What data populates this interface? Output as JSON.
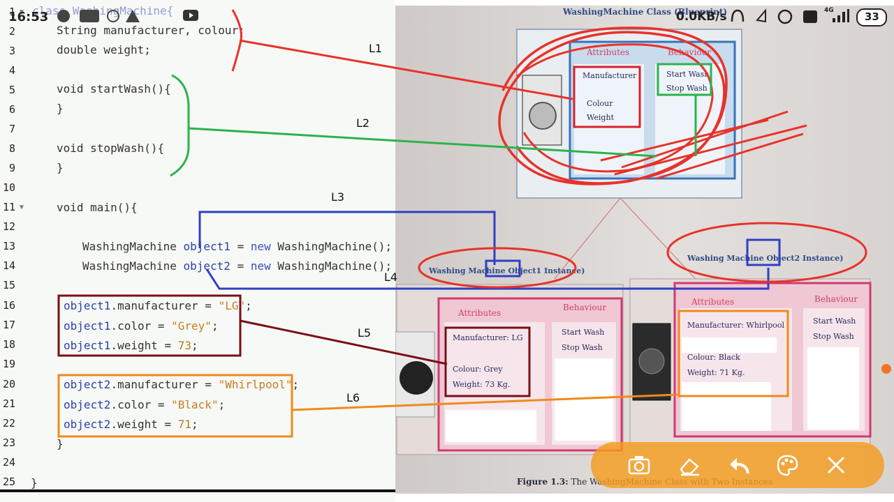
{
  "status_bar": {
    "time": "16:53",
    "speed": "0.0KB/s",
    "network": "4G",
    "battery": "33"
  },
  "editor": {
    "line_numbers": [
      "1",
      "2",
      "3",
      "4",
      "5",
      "6",
      "7",
      "8",
      "9",
      "10",
      "11",
      "12",
      "13",
      "14",
      "15",
      "16",
      "17",
      "18",
      "19",
      "20",
      "21",
      "22",
      "23",
      "24",
      "25"
    ],
    "lines": {
      "l1": "class WashingMachine{",
      "l2": "String manufacturer, colour;",
      "l3": "double weight;",
      "l5": "void startWash(){",
      "l6": "}",
      "l8": "void stopWash(){",
      "l9": "}",
      "l11": "void main(){",
      "l13_type": "WashingMachine",
      "l13_var": "object1",
      "l13_eq": "=",
      "l13_new": "new",
      "l13_ctor": "WashingMachine();",
      "l14_type": "WashingMachine",
      "l14_var": "object2",
      "l14_eq": "=",
      "l14_new": "new",
      "l14_ctor": "WashingMachine();",
      "l16_obj": "object1",
      "l16_field": ".manufacturer = ",
      "l16_val": "\"LG\"",
      "l16_end": ";",
      "l17_obj": "object1",
      "l17_field": ".color = ",
      "l17_val": "\"Grey\"",
      "l17_end": ";",
      "l18_obj": "object1",
      "l18_field": ".weight = ",
      "l18_val": "73",
      "l18_end": ";",
      "l20_obj": "object2",
      "l20_field": ".manufacturer = ",
      "l20_val": "\"Whirlpool\"",
      "l20_end": ";",
      "l21_obj": "object2",
      "l21_field": ".color = ",
      "l21_val": "\"Black\"",
      "l21_end": ";",
      "l22_obj": "object2",
      "l22_field": ".weight = ",
      "l22_val": "71",
      "l22_end": ";",
      "l23": "}",
      "l25": "}"
    }
  },
  "annotation_labels": {
    "l1": "L1",
    "l2": "L2",
    "l3": "L3",
    "l4": "L4",
    "l5": "L5",
    "l6": "L6"
  },
  "book": {
    "class_title": "WashingMachine Class (Blueprint)",
    "class_attributes_header": "Attributes",
    "class_behaviour_header": "Behaviour",
    "class_attr_1": "Manufacturer",
    "class_attr_2": "Colour",
    "class_attr_3": "Weight",
    "class_beh_1": "Start Wash",
    "class_beh_2": "Stop Wash",
    "instance1_prefix": "Washing Machine",
    "instance1_name": "Object1",
    "instance1_suffix": "Instance)",
    "instance2_prefix": "Washing Machine",
    "instance2_name": "Object2",
    "instance2_suffix": "Instance)",
    "obj1_attr_header": "Attributes",
    "obj1_beh_header": "Behaviour",
    "obj1_attr_1": "Manufacturer: LG",
    "obj1_attr_2": "Colour: Grey",
    "obj1_attr_3": "Weight: 73 Kg.",
    "obj1_beh_1": "Start Wash",
    "obj1_beh_2": "Stop Wash",
    "obj2_attr_header": "Attributes",
    "obj2_beh_header": "Behaviour",
    "obj2_attr_1": "Manufacturer: Whirlpool",
    "obj2_attr_2": "Colour: Black",
    "obj2_attr_3": "Weight: 71 Kg.",
    "obj2_beh_1": "Start Wash",
    "obj2_beh_2": "Stop Wash",
    "caption_bold": "Figure 1.3:",
    "caption_rest": "The WashingMachine Class with Two Instances"
  },
  "toolbar": {
    "icons": [
      "camera-icon",
      "eraser-icon",
      "undo-icon",
      "palette-icon",
      "close-icon"
    ]
  },
  "colors": {
    "red_annot": "#e8322a",
    "green_annot": "#2bb34a",
    "blue_annot": "#2f3fc4",
    "darkred_annot": "#7a0f15",
    "orange_annot": "#f08a1c",
    "toolbar_bg": "#f59c1e"
  }
}
